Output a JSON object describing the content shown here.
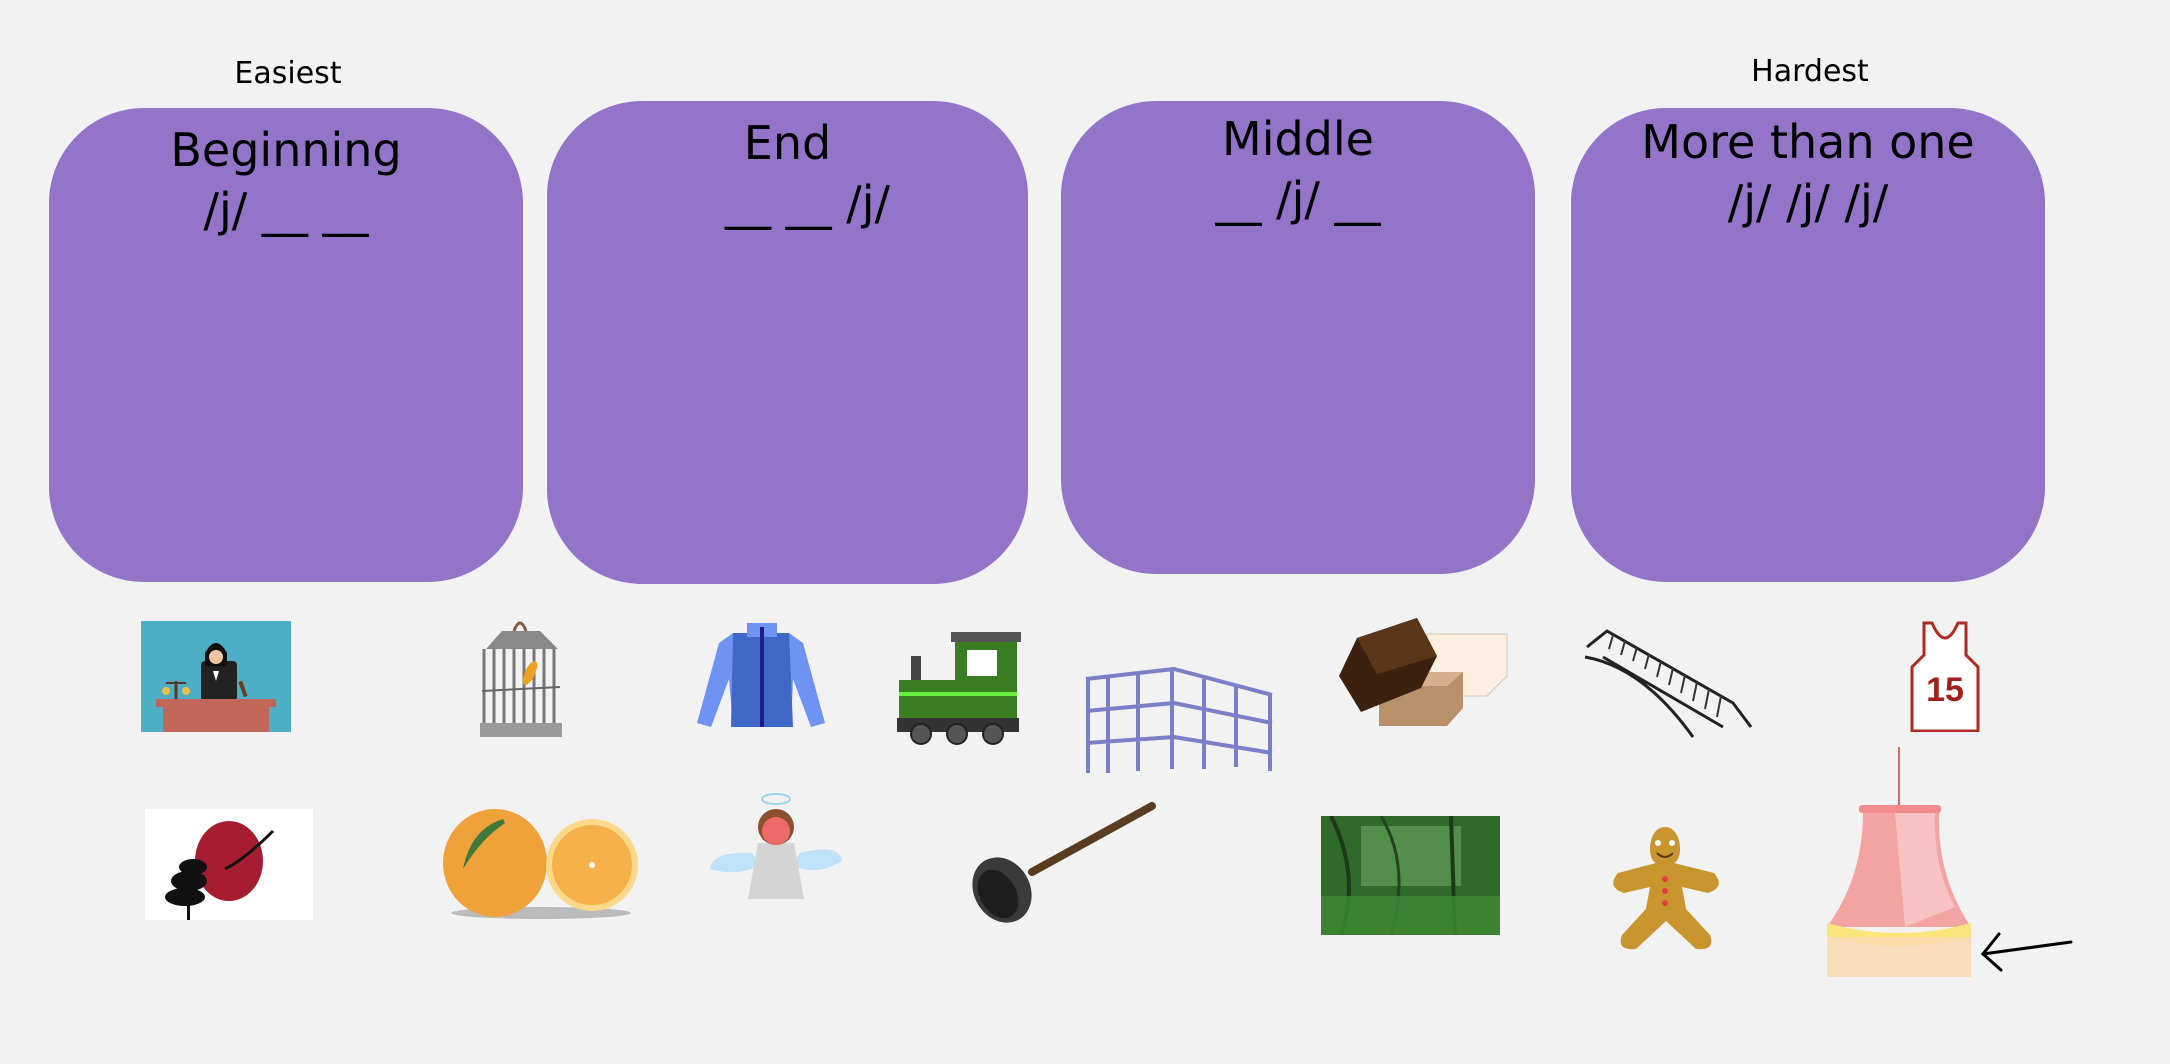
{
  "difficulty_labels": {
    "easiest": "Easiest",
    "hardest": "Hardest"
  },
  "colors": {
    "box_fill": "#9374c8",
    "background": "#f2f2f2"
  },
  "categories": [
    {
      "title": "Beginning",
      "pattern": "/j/ __ __"
    },
    {
      "title": "End",
      "pattern": "__ __ /j/"
    },
    {
      "title": "Middle",
      "pattern": "__ /j/ __"
    },
    {
      "title": "More than one",
      "pattern": "/j/ /j/ /j/"
    }
  ],
  "picture_cards": {
    "row1": [
      "judge",
      "birdcage",
      "jacket",
      "train-engine",
      "jungle-gym",
      "fudge-boxes",
      "bridge",
      "jersey-15"
    ],
    "row2": [
      "japan-flag",
      "oranges",
      "angel",
      "plunger",
      "jungle",
      "gingerbread-man",
      "lampshade"
    ]
  },
  "jersey_number": "15",
  "annotation": "arrow-pointing-left"
}
